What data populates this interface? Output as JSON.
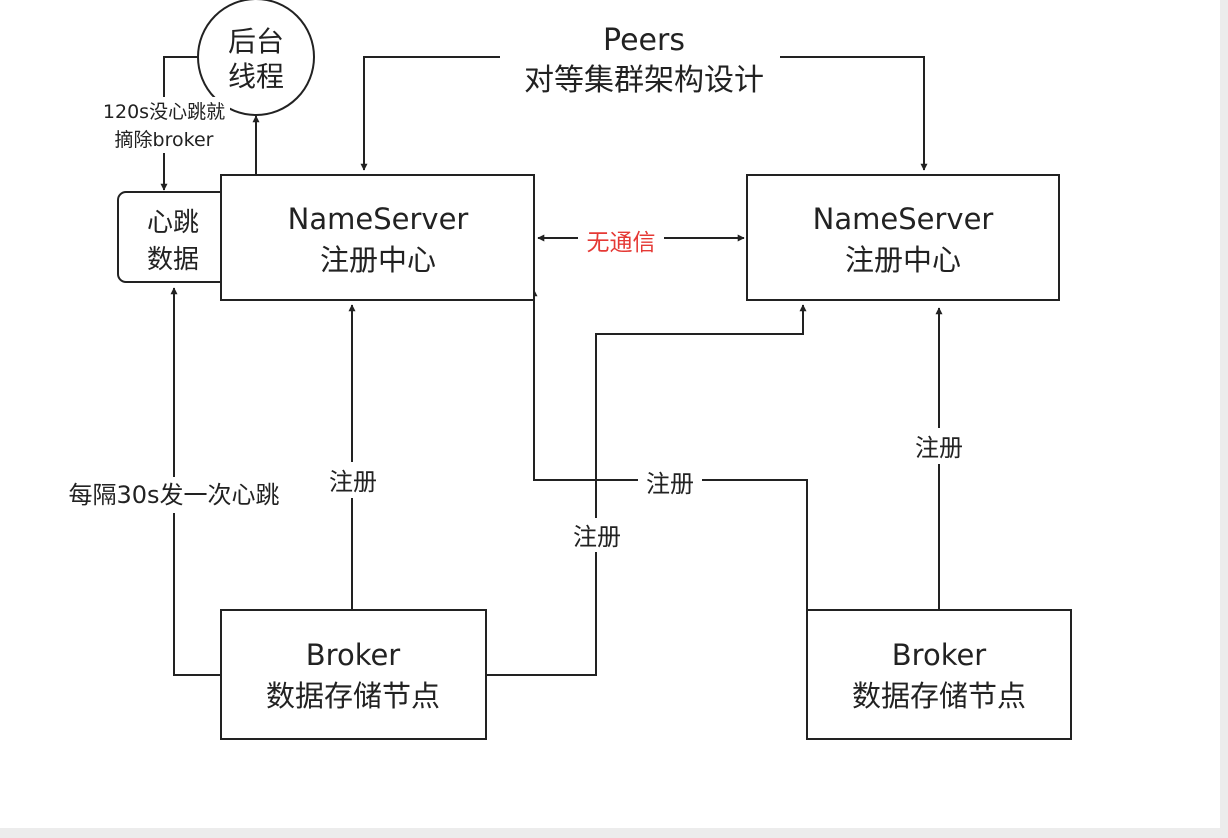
{
  "diagram": {
    "title_line1": "Peers",
    "title_line2": "对等集群架构设计",
    "thread_node": {
      "line1": "后台",
      "line2": "线程"
    },
    "heartbeat_node": {
      "line1": "心跳",
      "line2": "数据"
    },
    "nameserver_left": {
      "name": "NameServer",
      "desc": "注册中心"
    },
    "nameserver_right": {
      "name": "NameServer",
      "desc": "注册中心"
    },
    "broker_left": {
      "name": "Broker",
      "desc": "数据存储节点"
    },
    "broker_right": {
      "name": "Broker",
      "desc": "数据存储节点"
    },
    "labels": {
      "remove_line1": "120s没心跳就",
      "remove_line2": "摘除broker",
      "no_comm": "无通信",
      "heartbeat_interval": "每隔30s发一次心跳",
      "register_left": "注册",
      "register_cross_to_right": "注册",
      "register_cross_to_left": "注册",
      "register_right": "注册"
    },
    "colors": {
      "stroke": "#222222",
      "text": "#222222",
      "no_comm_text": "#e53935",
      "page_bg": "#ffffff",
      "frame_bg": "#ececec"
    }
  }
}
